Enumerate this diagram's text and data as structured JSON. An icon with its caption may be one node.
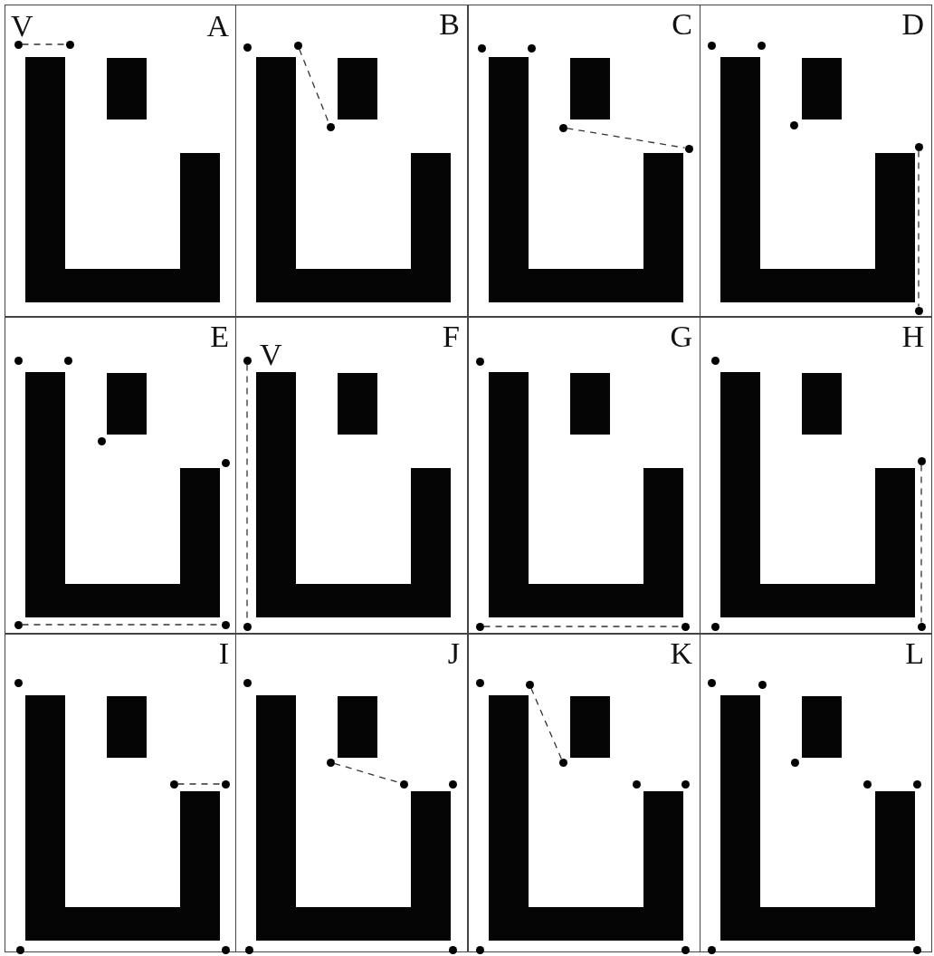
{
  "diagram": {
    "nodes": [
      {
        "text": [
          "V",
          "A"
        ]
      },
      {
        "text": [],
        "shape": "circle",
        "in": 0
      },
      {
        "text": [],
        "shape": "circle",
        "in": 0
      },
      {
        "text": [
          "B"
        ]
      },
      {
        "text": [],
        "shape": "circle",
        "in": 3
      },
      {
        "text": [],
        "shape": "circle",
        "in": 3
      },
      {
        "text": [],
        "shape": "circle",
        "in": 3
      },
      {
        "text": [
          "C"
        ]
      },
      {
        "text": [],
        "shape": "circle",
        "in": 7
      },
      {
        "text": [],
        "shape": "circle",
        "in": 7
      },
      {
        "text": [],
        "shape": "circle",
        "in": 7
      },
      {
        "text": [],
        "shape": "circle",
        "in": 7
      },
      {
        "text": [
          "D"
        ]
      },
      {
        "text": [],
        "shape": "circle",
        "in": 12
      },
      {
        "text": [],
        "shape": "circle",
        "in": 12
      },
      {
        "text": [],
        "shape": "circle",
        "in": 12
      },
      {
        "text": [],
        "shape": "circle",
        "in": 12
      },
      {
        "text": [],
        "shape": "circle",
        "in": 12
      },
      {
        "text": [
          "E"
        ]
      },
      {
        "text": [],
        "shape": "circle",
        "in": 18
      },
      {
        "text": [],
        "shape": "circle",
        "in": 18
      },
      {
        "text": [],
        "shape": "circle",
        "in": 18
      },
      {
        "text": [],
        "shape": "circle",
        "in": 18
      },
      {
        "text": [],
        "shape": "circle",
        "in": 18
      },
      {
        "text": [],
        "shape": "circle",
        "in": 18
      },
      {
        "text": [
          "V",
          "F"
        ]
      },
      {
        "text": [],
        "shape": "circle",
        "in": 25
      },
      {
        "text": [],
        "shape": "circle",
        "in": 25
      },
      {
        "text": [
          "G"
        ]
      },
      {
        "text": [],
        "shape": "circle",
        "in": 28
      },
      {
        "text": [],
        "shape": "circle",
        "in": 28
      },
      {
        "text": [],
        "shape": "circle",
        "in": 28
      },
      {
        "text": [
          "H"
        ]
      },
      {
        "text": [],
        "shape": "circle",
        "in": 32
      },
      {
        "text": [],
        "shape": "circle",
        "in": 32
      },
      {
        "text": [],
        "shape": "circle",
        "in": 32
      },
      {
        "text": [],
        "shape": "circle",
        "in": 32
      },
      {
        "text": [
          "I"
        ]
      },
      {
        "text": [],
        "shape": "circle",
        "in": 37
      },
      {
        "text": [],
        "shape": "circle",
        "in": 37
      },
      {
        "text": [],
        "shape": "circle",
        "in": 37
      },
      {
        "text": [],
        "shape": "circle",
        "in": 37
      },
      {
        "text": [],
        "shape": "circle",
        "in": 37
      },
      {
        "text": [
          "J"
        ]
      },
      {
        "text": [],
        "shape": "circle",
        "in": 43
      },
      {
        "text": [],
        "shape": "circle",
        "in": 43
      },
      {
        "text": [],
        "shape": "circle",
        "in": 43
      },
      {
        "text": [],
        "shape": "circle",
        "in": 43
      },
      {
        "text": [],
        "shape": "circle",
        "in": 43
      },
      {
        "text": [],
        "shape": "circle",
        "in": 43
      },
      {
        "text": [
          "K"
        ]
      },
      {
        "text": [],
        "shape": "circle",
        "in": 50
      },
      {
        "text": [],
        "shape": "circle",
        "in": 50
      },
      {
        "text": [],
        "shape": "circle",
        "in": 50
      },
      {
        "text": [],
        "shape": "circle",
        "in": 50
      },
      {
        "text": [],
        "shape": "circle",
        "in": 50
      },
      {
        "text": [],
        "shape": "circle",
        "in": 50
      },
      {
        "text": [],
        "shape": "circle",
        "in": 50
      },
      {
        "text": [
          "L"
        ]
      },
      {
        "text": [],
        "shape": "circle",
        "in": 58
      },
      {
        "text": [],
        "shape": "circle",
        "in": 58
      },
      {
        "text": [],
        "shape": "circle",
        "in": 58
      },
      {
        "text": [],
        "shape": "circle",
        "in": 58
      },
      {
        "text": [],
        "shape": "circle",
        "in": 58
      },
      {
        "text": [],
        "shape": "circle",
        "in": 58
      },
      {
        "text": [],
        "shape": "circle",
        "in": 58
      }
    ],
    "edges": [
      {
        "from": 1,
        "to": 2,
        "arrow": "none",
        "style": "dashed"
      },
      {
        "from": 5,
        "to": 6,
        "arrow": "none",
        "style": "dashed"
      },
      {
        "from": 10,
        "to": 11,
        "arrow": "none",
        "style": "dashed"
      },
      {
        "from": 16,
        "to": 17,
        "arrow": "none",
        "style": "dashed"
      },
      {
        "from": 23,
        "to": 24,
        "arrow": "none",
        "style": "dashed"
      },
      {
        "from": 26,
        "to": 27,
        "arrow": "none",
        "style": "dashed"
      },
      {
        "from": 30,
        "to": 31,
        "arrow": "none",
        "style": "dashed"
      },
      {
        "from": 34,
        "to": 36,
        "arrow": "none",
        "style": "dashed"
      },
      {
        "from": 39,
        "to": 40,
        "arrow": "none",
        "style": "dashed"
      },
      {
        "from": 45,
        "to": 46,
        "arrow": "none",
        "style": "dashed"
      },
      {
        "from": 52,
        "to": 53,
        "arrow": "none",
        "style": "dashed"
      }
    ]
  }
}
